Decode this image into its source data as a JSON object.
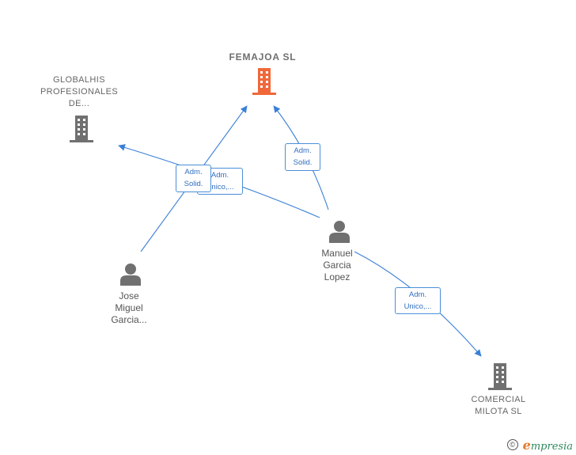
{
  "nodes": {
    "femajoa": {
      "label": "FEMAJOA  SL",
      "color": "#f0683a"
    },
    "globalhis": {
      "lines": [
        "GLOBALHIS",
        "PROFESIONALES",
        "DE..."
      ],
      "color": "#707070"
    },
    "comercial": {
      "lines": [
        "COMERCIAL",
        "MILOTA SL"
      ],
      "color": "#707070"
    },
    "manuel": {
      "lines": [
        "Manuel",
        "Garcia",
        "Lopez"
      ],
      "color": "#707070"
    },
    "jose": {
      "lines": [
        "Jose",
        "Miguel",
        "Garcia..."
      ],
      "color": "#707070"
    }
  },
  "edges": {
    "jose_femajoa": {
      "lines": [
        "Adm.",
        "Solid."
      ]
    },
    "manuel_globalhis": {
      "lines": [
        "Adm.",
        "Unico,..."
      ]
    },
    "manuel_femajoa": {
      "lines": [
        "Adm.",
        "Solid."
      ]
    },
    "manuel_comercial": {
      "lines": [
        "Adm.",
        "Unico,..."
      ]
    }
  },
  "colors": {
    "edge": "#3b80d6",
    "accent": "#f0683a",
    "icon": "#707070"
  },
  "footer": {
    "copyright_symbol": "©",
    "brand_initial": "e",
    "brand_rest": "mpresia"
  }
}
